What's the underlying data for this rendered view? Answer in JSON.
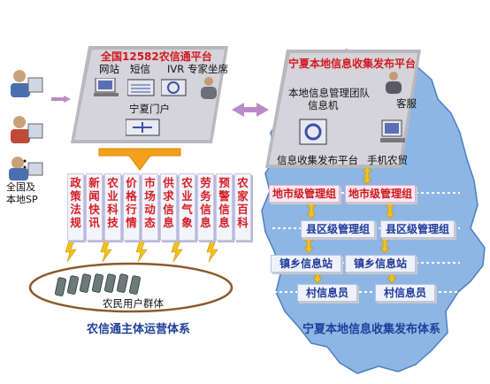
{
  "left": {
    "platform_title": "全国12582农信通平台",
    "channels": [
      "网站",
      "短信",
      "IVR",
      "专家坐席"
    ],
    "portal": "宁夏门户",
    "sp_label_1": "全国及",
    "sp_label_2": "本地SP",
    "categories": [
      "政策法规",
      "新闻快讯",
      "农业科技",
      "价格行情",
      "市场动态",
      "供求信息",
      "农业气象",
      "劳务信息",
      "预警信息",
      "农家百科"
    ],
    "user_group": "农民用户群体",
    "system_title": "农信通主体运营体系"
  },
  "right": {
    "platform_title": "宁夏本地信息收集发布平台",
    "team": "本地信息管理团队",
    "service": "客服",
    "info_machine": "信息机",
    "publish_platform": "信息收集发布平台",
    "mobile_app": "手机农贸",
    "city_group": "地市级管理组",
    "county_group": "县区级管理组",
    "town_station": "镇乡信息站",
    "village_staff": "村信息员",
    "system_title": "宁夏本地信息收集发布体系"
  },
  "colors": {
    "red": "#d4181f",
    "blue": "#1e3f9a",
    "map": "#8fb7e4",
    "panel": "#b9b9bf"
  }
}
